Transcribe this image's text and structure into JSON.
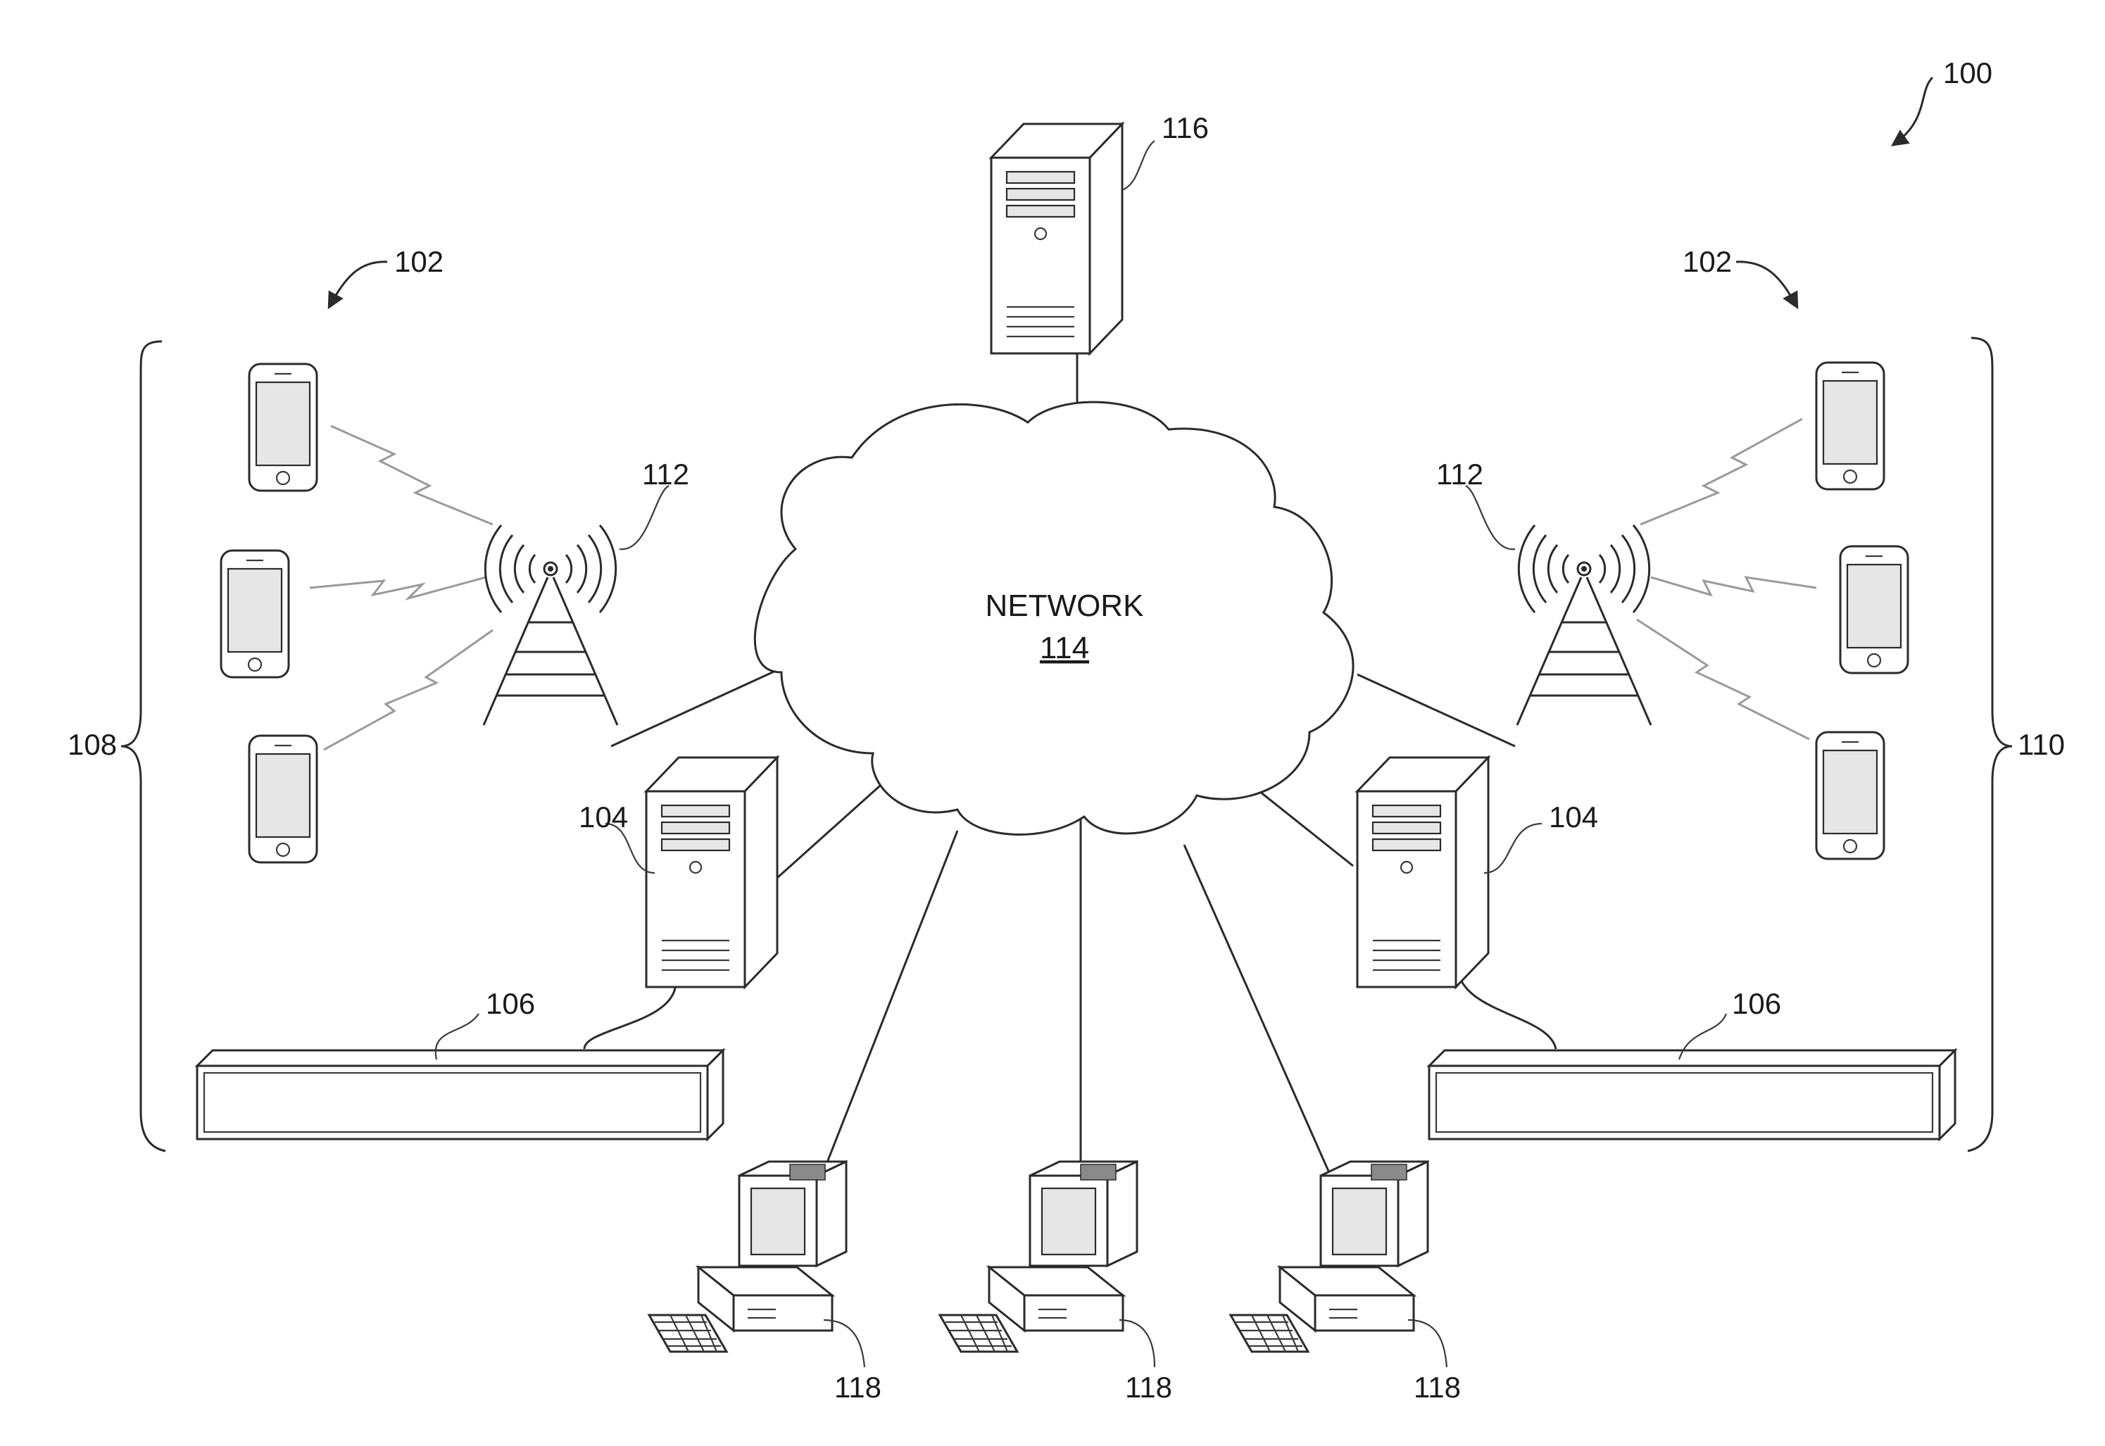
{
  "figure_ref": "100",
  "network": {
    "title": "NETWORK",
    "ref": "114"
  },
  "labels": {
    "central_server": "116",
    "device_groups": "102",
    "bracket_left": "108",
    "bracket_right": "110",
    "towers": "112",
    "local_servers": "104",
    "storage": "106",
    "computers": "118"
  },
  "colors": {
    "line": "#2b2b2b",
    "wireless": "#9a9a9a",
    "background": "#ffffff"
  }
}
